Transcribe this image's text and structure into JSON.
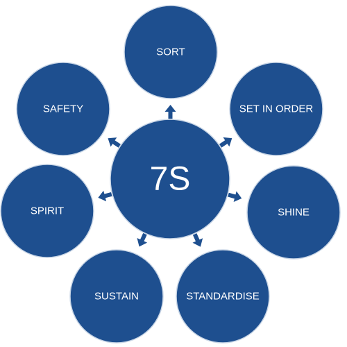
{
  "diagram": {
    "center_label": "7S",
    "colors": {
      "circle_fill": "#1e4f8f",
      "text": "#ffffff",
      "background": "#ffffff"
    },
    "nodes": [
      {
        "id": "sort",
        "label": "SORT"
      },
      {
        "id": "set-in-order",
        "label": "SET IN ORDER"
      },
      {
        "id": "shine",
        "label": "SHINE"
      },
      {
        "id": "standardise",
        "label": "STANDARDISE"
      },
      {
        "id": "sustain",
        "label": "SUSTAIN"
      },
      {
        "id": "spirit",
        "label": "SPIRIT"
      },
      {
        "id": "safety",
        "label": "SAFETY"
      }
    ]
  }
}
